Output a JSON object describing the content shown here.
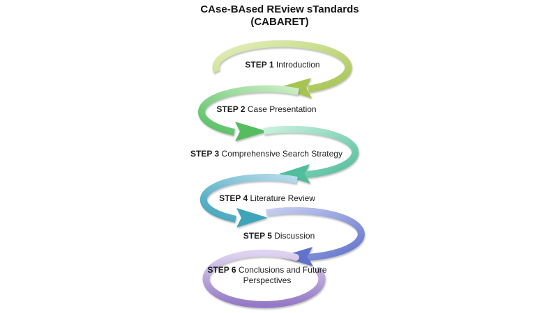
{
  "title": {
    "line1": "CAse-BAsed REview sTandards",
    "line2": "(CABARET)"
  },
  "background_color": "#ffffff",
  "text_color": "#1c1c1c",
  "steps": [
    {
      "step_label": "STEP 1",
      "label": "Introduction",
      "color_start": "#e4f0c0",
      "color_end": "#a6c44f",
      "arrow_direction": "left"
    },
    {
      "step_label": "STEP 2",
      "label": "Case Presentation",
      "color_start": "#cdeec6",
      "color_end": "#53bd60",
      "arrow_direction": "right"
    },
    {
      "step_label": "STEP 3",
      "label": "Comprehensive Search Strategy",
      "color_start": "#c9f0de",
      "color_end": "#50bd9b",
      "arrow_direction": "left"
    },
    {
      "step_label": "STEP 4",
      "label": "Literature Review",
      "color_start": "#b8dcec",
      "color_end": "#3ea4ba",
      "arrow_direction": "right"
    },
    {
      "step_label": "STEP 5",
      "label": "Discussion",
      "color_start": "#c7cef1",
      "color_end": "#6072cb",
      "arrow_direction": "left"
    },
    {
      "step_label": "STEP 6",
      "label": "Conclusions and Future Perspectives",
      "color_start": "#ded3f0",
      "color_end": "#9579c6",
      "arrow_direction": "none"
    }
  ]
}
